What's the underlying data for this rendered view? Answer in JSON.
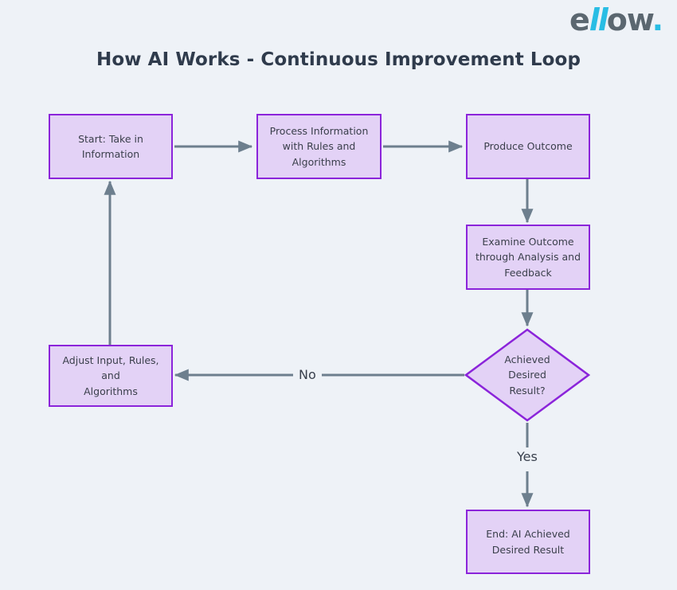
{
  "page": {
    "background_color": "#eef2f7",
    "title": "How AI Works - Continuous Improvement Loop"
  },
  "logo": {
    "name": "ellow-logo",
    "part_1": "e",
    "part_2": "ll",
    "part_3": "ow",
    "part_4": ".",
    "gray_color": "#5b6770",
    "cyan_color": "#29bde4"
  },
  "diagram": {
    "type": "flowchart",
    "node_fill_color": "#e3d2f6",
    "node_border_color": "#8b24da",
    "connector_color": "#6d7f8e",
    "text_color": "#3a3f4b",
    "nodes": [
      {
        "id": "start",
        "shape": "rectangle",
        "label": "Start: Take in\nInformation"
      },
      {
        "id": "process",
        "shape": "rectangle",
        "label": "Process Information\nwith Rules and\nAlgorithms"
      },
      {
        "id": "produce",
        "shape": "rectangle",
        "label": "Produce Outcome"
      },
      {
        "id": "examine",
        "shape": "rectangle",
        "label": "Examine Outcome\nthrough Analysis and\nFeedback"
      },
      {
        "id": "decision",
        "shape": "diamond",
        "label": "Achieved\nDesired\nResult?"
      },
      {
        "id": "adjust",
        "shape": "rectangle",
        "label": "Adjust Input, Rules, and\nAlgorithms"
      },
      {
        "id": "end",
        "shape": "rectangle",
        "label": "End: AI Achieved\nDesired Result"
      }
    ],
    "edges": [
      {
        "from": "start",
        "to": "process",
        "label": ""
      },
      {
        "from": "process",
        "to": "produce",
        "label": ""
      },
      {
        "from": "produce",
        "to": "examine",
        "label": ""
      },
      {
        "from": "examine",
        "to": "decision",
        "label": ""
      },
      {
        "from": "decision",
        "to": "adjust",
        "label": "No"
      },
      {
        "from": "decision",
        "to": "end",
        "label": "Yes"
      },
      {
        "from": "adjust",
        "to": "start",
        "label": ""
      }
    ],
    "edge_labels": {
      "no": "No",
      "yes": "Yes"
    }
  }
}
